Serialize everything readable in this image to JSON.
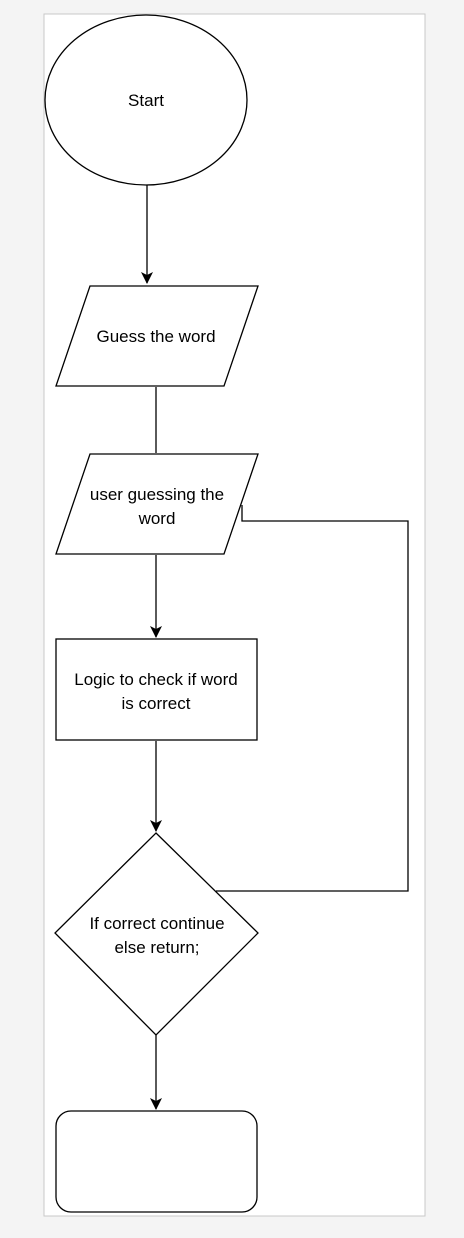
{
  "diagram": {
    "start": {
      "label": "Start"
    },
    "input_guess": {
      "label": "Guess the word"
    },
    "user_guessing": {
      "lines": [
        "user guessing the",
        "word"
      ]
    },
    "check_logic": {
      "lines": [
        "Logic to check if word",
        "is correct"
      ]
    },
    "decision": {
      "lines": [
        "If correct continue",
        "else return;"
      ]
    },
    "end": {
      "label": ""
    }
  },
  "colors": {
    "background": "#f4f4f4",
    "canvas": "#ffffff",
    "frame": "#c8c8c8",
    "stroke": "#000000"
  }
}
